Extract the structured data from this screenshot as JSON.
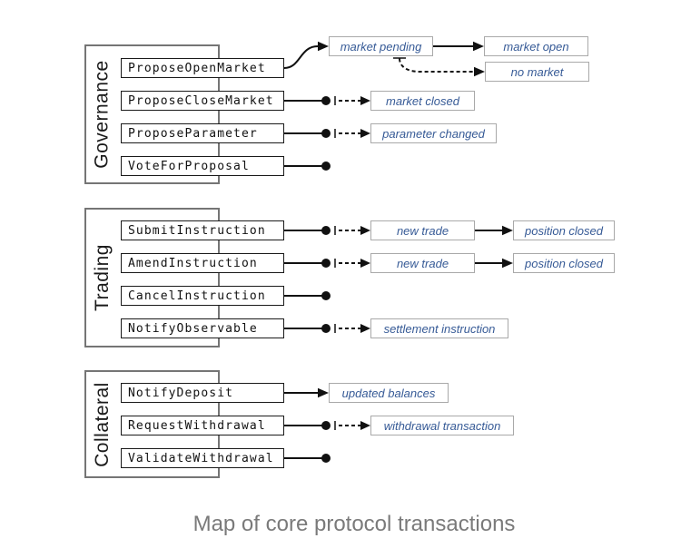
{
  "diagram": {
    "caption": "Map of core protocol transactions",
    "groups": [
      {
        "label": "Governance",
        "transactions": [
          "ProposeOpenMarket",
          "ProposeCloseMarket",
          "ProposeParameter",
          "VoteForProposal"
        ]
      },
      {
        "label": "Trading",
        "transactions": [
          "SubmitInstruction",
          "AmendInstruction",
          "CancelInstruction",
          "NotifyObservable"
        ]
      },
      {
        "label": "Collateral",
        "transactions": [
          "NotifyDeposit",
          "RequestWithdrawal",
          "ValidateWithdrawal"
        ]
      }
    ],
    "outcomes": {
      "market_pending": "market pending",
      "market_open": "market open",
      "no_market": "no market",
      "market_closed": "market closed",
      "parameter_changed": "parameter changed",
      "new_trade": "new trade",
      "position_closed": "position closed",
      "settlement_instruction": "settlement instruction",
      "updated_balances": "updated balances",
      "withdrawal_transaction": "withdrawal transaction"
    },
    "colors": {
      "outcome_text": "#365a96",
      "outcome_border": "#a9a9a9",
      "transaction_border": "#1a1a1a",
      "group_border": "#757575",
      "caption_text": "#7a7a7a",
      "connector": "#111111"
    }
  }
}
